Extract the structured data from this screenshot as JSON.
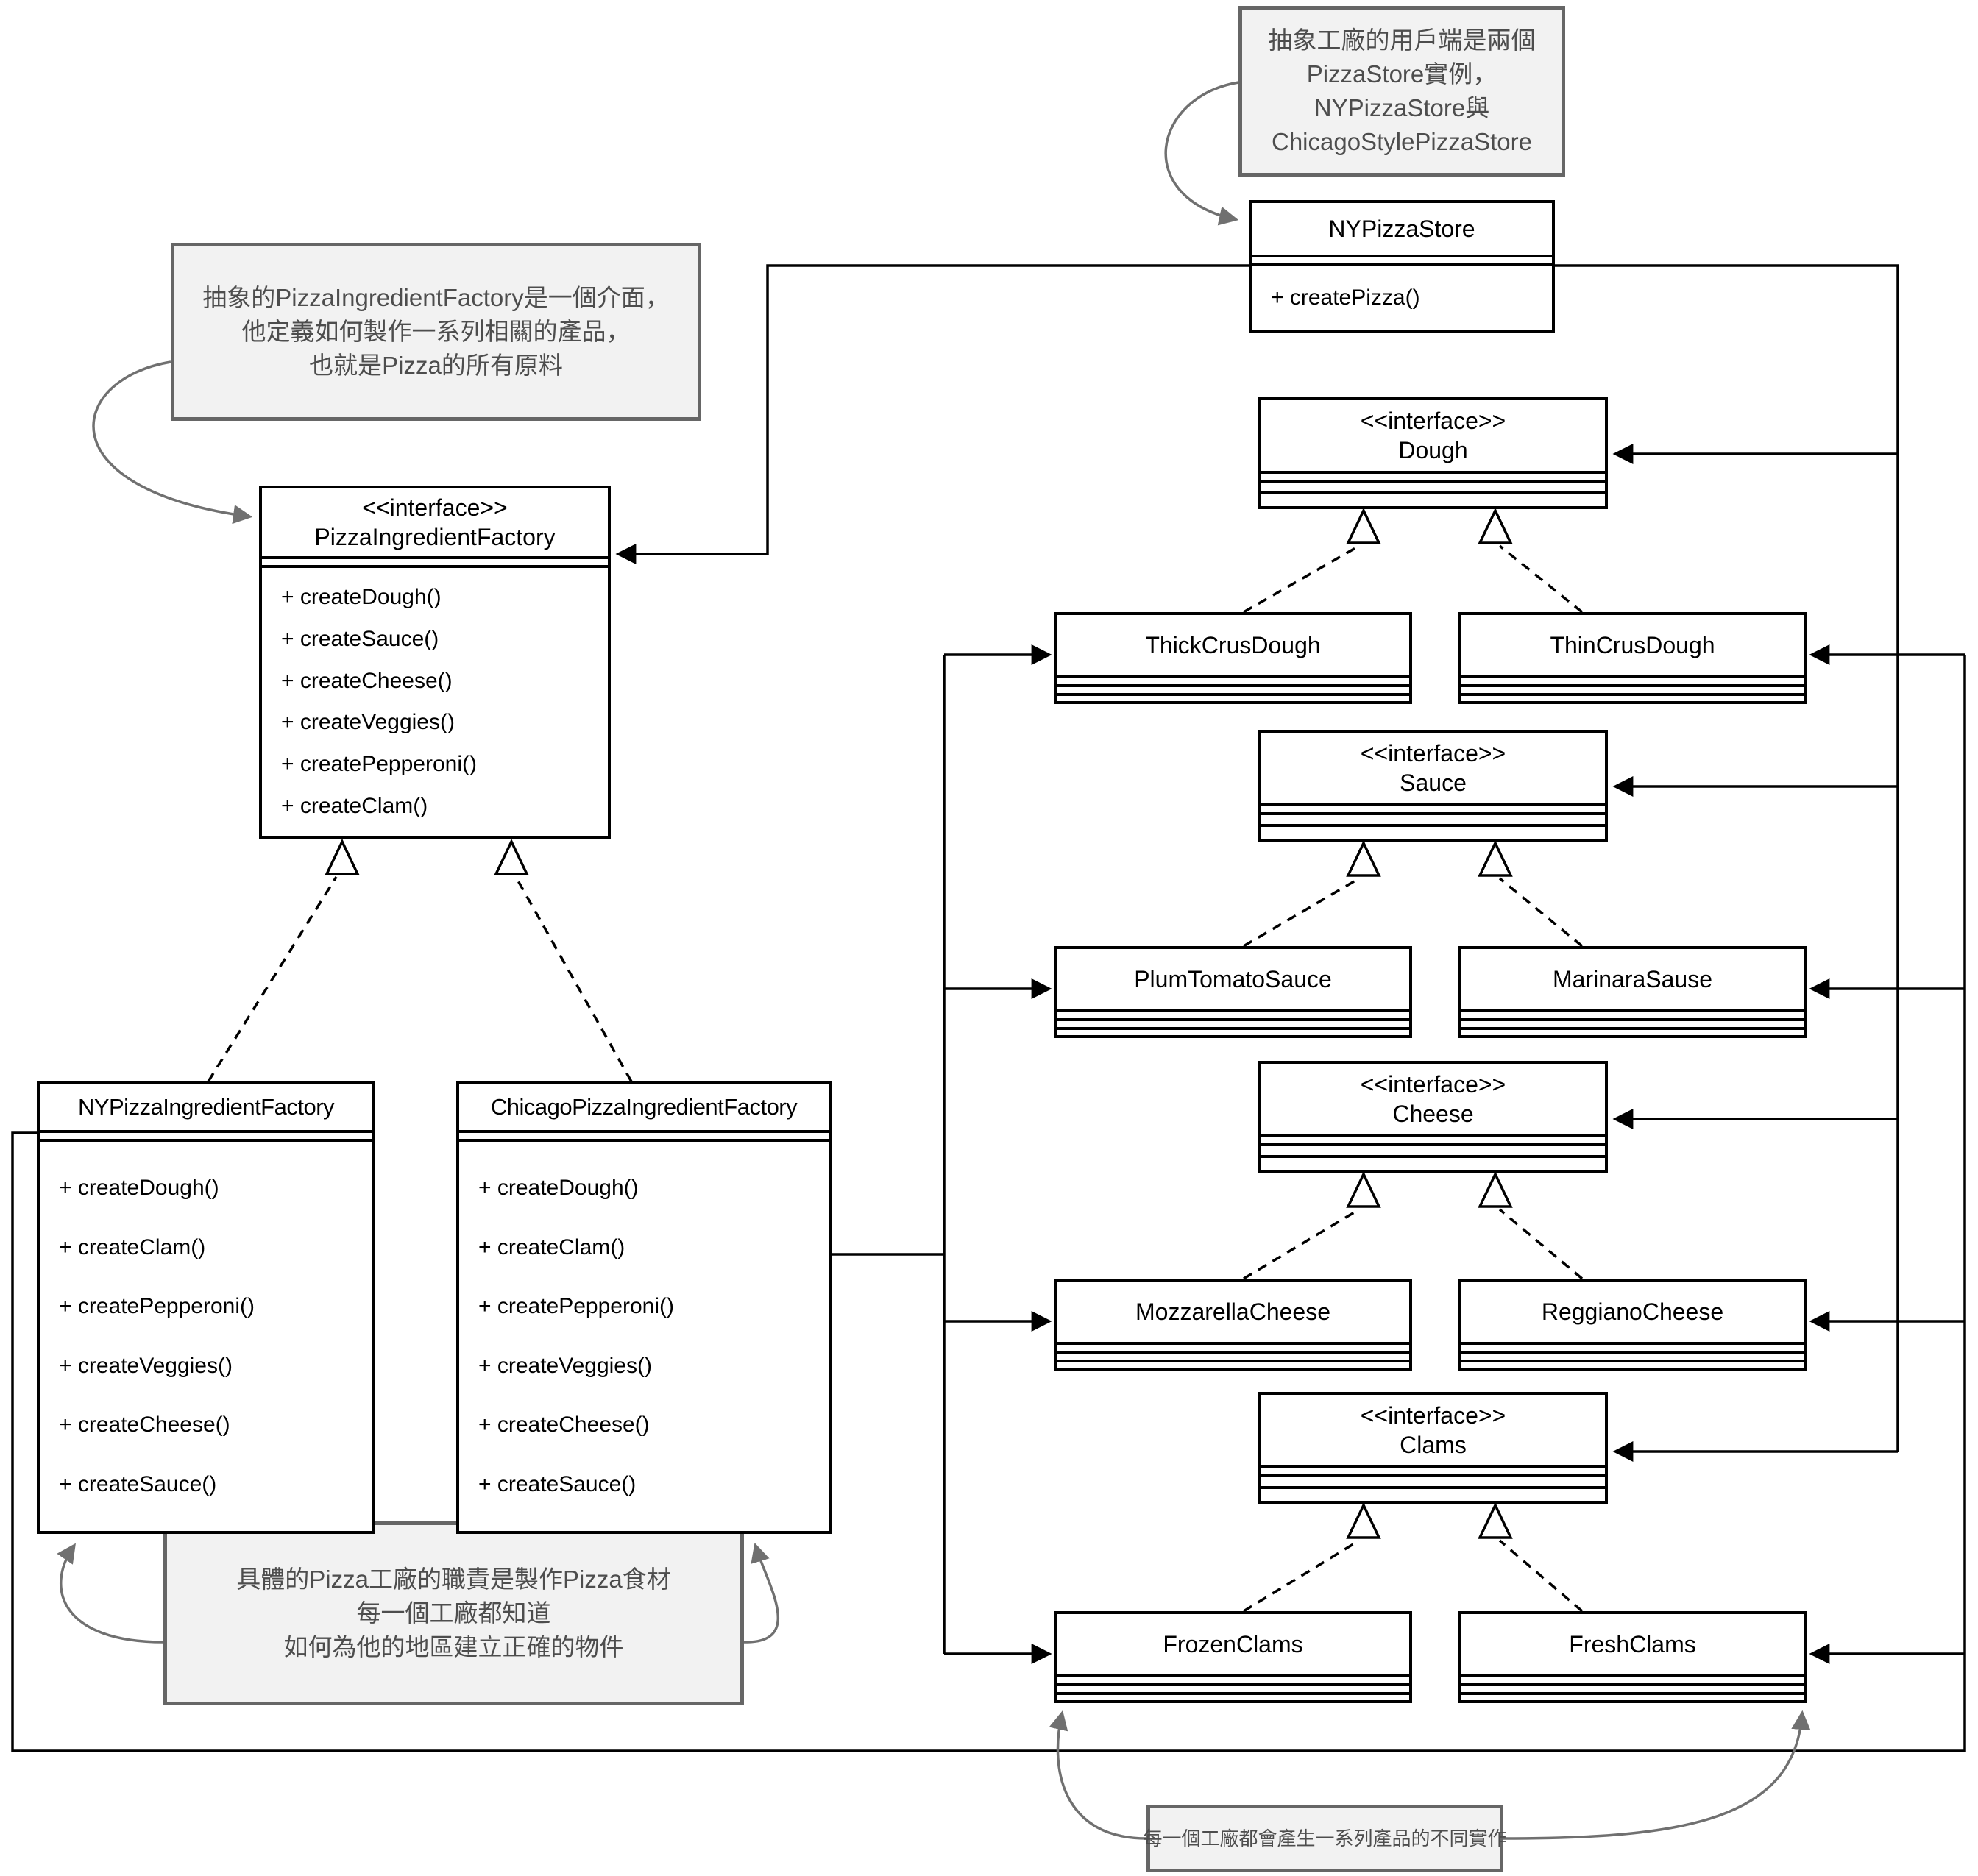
{
  "notes": {
    "client": {
      "lines": [
        "抽象工廠的用戶端是兩個",
        "PizzaStore實例，",
        "NYPizzaStore與",
        "ChicagoStylePizzaStore"
      ]
    },
    "abstract_factory": {
      "lines": [
        "抽象的PizzaIngredientFactory是一個介面，",
        "他定義如何製作一系列相關的產品，",
        "也就是Pizza的所有原料"
      ]
    },
    "concrete_factory": {
      "lines": [
        "具體的Pizza工廠的職責是製作Pizza食材",
        "每一個工廠都知道",
        "如何為他的地區建立正確的物件"
      ]
    },
    "products": {
      "lines": [
        "每一個工廠都會產生一系列產品的不同實作"
      ]
    }
  },
  "classes": {
    "ny_pizza_store": {
      "name": "NYPizzaStore",
      "methods": [
        "+ createPizza()"
      ]
    },
    "pizza_ingredient_factory": {
      "stereotype": "<<interface>>",
      "name": "PizzaIngredientFactory",
      "methods": [
        "+ createDough()",
        "+ createSauce()",
        "+ createCheese()",
        "+ createVeggies()",
        "+ createPepperoni()",
        "+ createClam()"
      ]
    },
    "ny_pizza_ingredient_factory": {
      "name": "NYPizzaIngredientFactory",
      "methods": [
        "+ createDough()",
        "+ createClam()",
        "+ createPepperoni()",
        "+ createVeggies()",
        "+ createCheese()",
        "+ createSauce()"
      ]
    },
    "chicago_pizza_ingredient_factory": {
      "name": "ChicagoPizzaIngredientFactory",
      "methods": [
        "+ createDough()",
        "+ createClam()",
        "+ createPepperoni()",
        "+ createVeggies()",
        "+ createCheese()",
        "+ createSauce()"
      ]
    },
    "dough_interface": {
      "stereotype": "<<interface>>",
      "name": "Dough"
    },
    "sauce_interface": {
      "stereotype": "<<interface>>",
      "name": "Sauce"
    },
    "cheese_interface": {
      "stereotype": "<<interface>>",
      "name": "Cheese"
    },
    "clams_interface": {
      "stereotype": "<<interface>>",
      "name": "Clams"
    },
    "thick_crus_dough": {
      "name": "ThickCrusDough"
    },
    "thin_crus_dough": {
      "name": "ThinCrusDough"
    },
    "plum_tomato_sauce": {
      "name": "PlumTomatoSauce"
    },
    "marinara_sause": {
      "name": "MarinaraSause"
    },
    "mozzarella_cheese": {
      "name": "MozzarellaCheese"
    },
    "reggiano_cheese": {
      "name": "ReggianoCheese"
    },
    "frozen_clams": {
      "name": "FrozenClams"
    },
    "fresh_clams": {
      "name": "FreshClams"
    }
  },
  "colors": {
    "line": "#000000",
    "note_border": "#666666",
    "note_background": "#f2f2f2",
    "note_text": "#4d4d4d",
    "gray_connector": "#707070",
    "box_background": "#ffffff"
  }
}
